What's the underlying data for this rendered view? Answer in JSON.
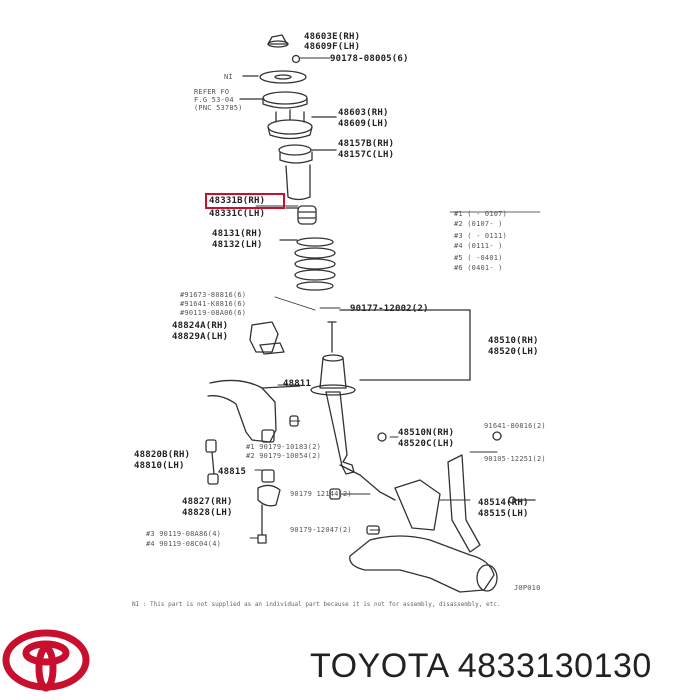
{
  "brand": {
    "text": "TOYOTA 4833130130",
    "logo": "toyota-logo",
    "logo_color": "#c8102e"
  },
  "highlight_color": "#c8102e",
  "labels": {
    "p48603": "48603E(RH)",
    "p48609": "48609F(LH)",
    "p90178": "90178-08005(6)",
    "ni": "NI",
    "refer": "REFER FO",
    "fig": "F.G 53-04",
    "pnc": "(PNC 53785)",
    "p48603b": "48603(RH)",
    "p48609b": "48609(LH)",
    "p48157b": "48157B(RH)",
    "p48157c": "48157C(LH)",
    "p48331b": "48331B(RH)",
    "p48331c": "48331C(LH)",
    "p48131": "48131(RH)",
    "p48132": "48132(LH)",
    "p91673": "#91673-80816(6)",
    "p91641": "#91641-K0816(6)",
    "p90119a": "#90119-08A06(6)",
    "p48824": "48824A(RH)",
    "p48829": "48829A(LH)",
    "p90177": "90177-12002(2)",
    "p48510": "48510(RH)",
    "p48520": "48520(LH)",
    "p48811": "48811",
    "p90179a": "#1 90179-10183(2)",
    "p90179b": "#2 90179-10054(2)",
    "p48510n": "48510N(RH)",
    "p48520c": "48520C(LH)",
    "p91641b": "91641-80816(2)",
    "p48820": "48820B(RH)",
    "p48810": "48810(LH)",
    "p48815": "48815",
    "p90105": "90105-12251(2)",
    "p90179c": "90179 12144(2)",
    "p48514": "48514(RH)",
    "p48515": "48515(LH)",
    "p48827": "48827(RH)",
    "p48828": "48828(LH)",
    "p90179d": "90179-12047(2)",
    "p90119b": "#3 90119-08A86(4)",
    "p90119c": "#4 90119-08C04(4)",
    "code": "J0P010",
    "n1": "#1 (   -   0107)",
    "n2": "#2 (0107-     )",
    "n3": "#3 (   -   0111)",
    "n4": "#4 (0111-     )",
    "n5": "#5 (   -0401)",
    "n6": "#6 (0401-    )"
  },
  "footnote": "NI : This part is not supplied as an individual part because it is not for assembly, disassembly, etc."
}
